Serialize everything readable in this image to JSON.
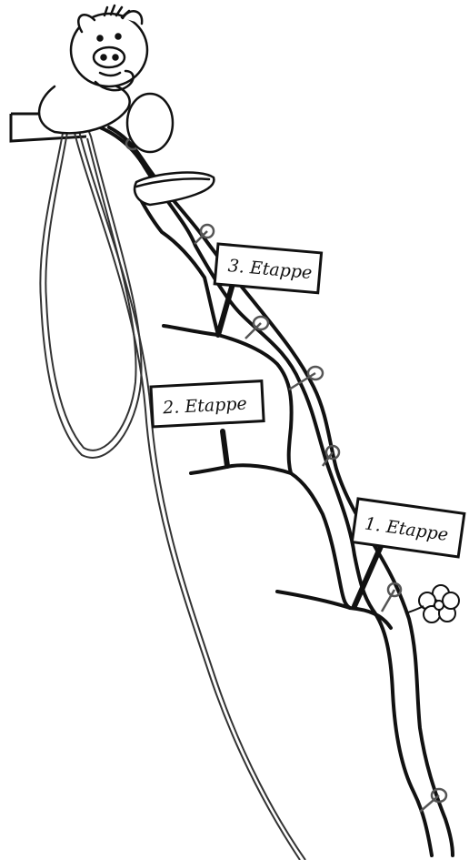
{
  "illustration": {
    "signs": [
      {
        "label": "3. Etappe"
      },
      {
        "label": "2. Etappe"
      },
      {
        "label": "1. Etappe"
      }
    ],
    "ink_color": "#111111",
    "paper_color": "#ffffff"
  }
}
